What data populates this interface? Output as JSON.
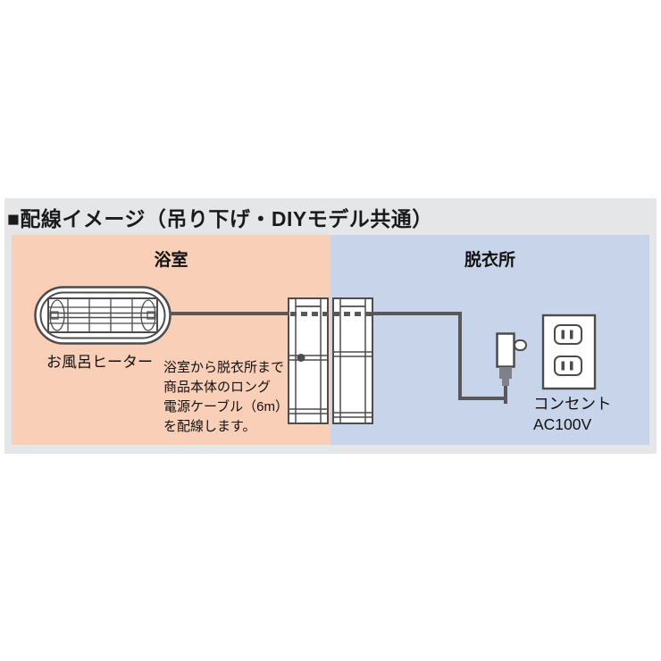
{
  "title": "■配線イメージ（吊り下げ・DIYモデル共通）",
  "bathroom": {
    "label": "浴室"
  },
  "dressing_room": {
    "label": "脱衣所"
  },
  "heater": {
    "label": "お風呂ヒーター"
  },
  "note_lines": [
    "浴室から脱衣所まで",
    "商品本体のロング",
    "電源ケーブル（6m）",
    "を配線します。"
  ],
  "outlet": {
    "label": "コンセント",
    "voltage": "AC100V"
  },
  "colors": {
    "panel_bg": "#e5e6e8",
    "bathroom_bg": "#f9cfb8",
    "dressing_bg": "#c7d4e9",
    "cable": "#595757",
    "line": "#4c4c4c",
    "text": "#1a1a1a"
  }
}
